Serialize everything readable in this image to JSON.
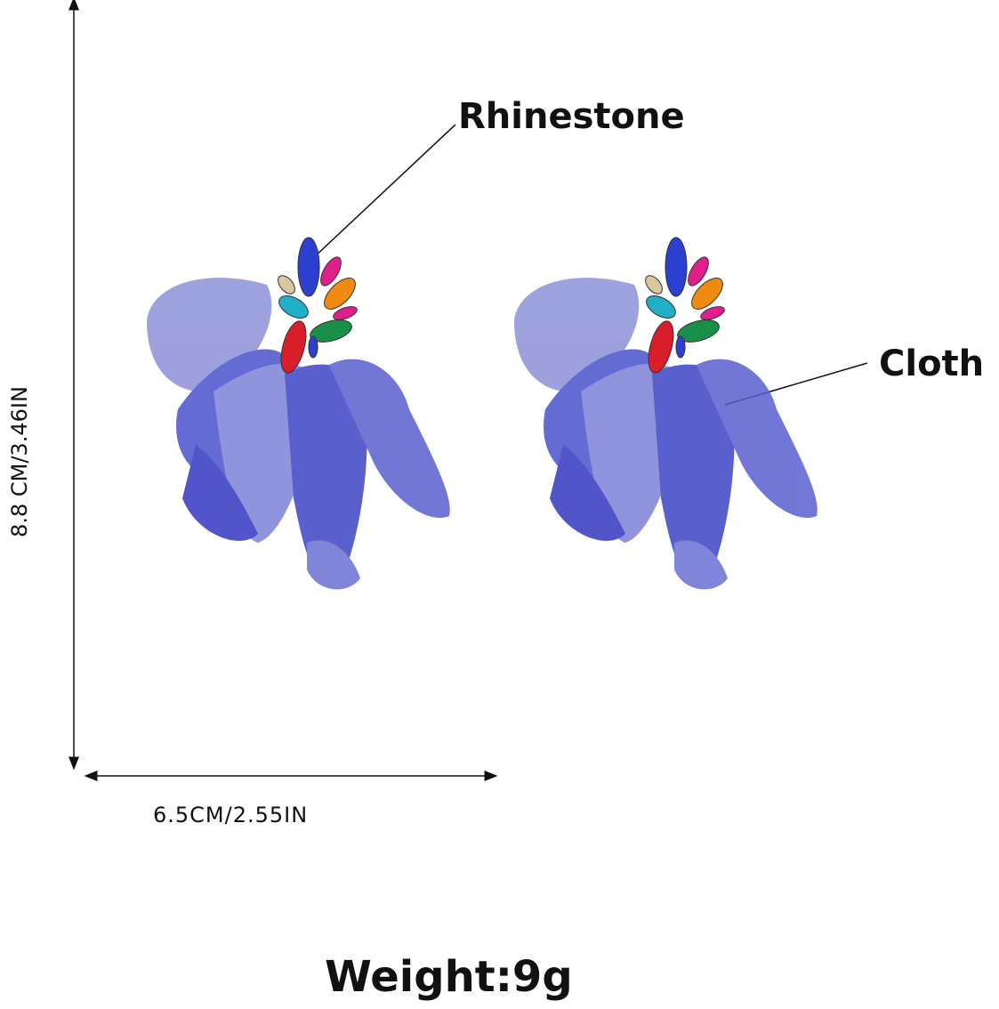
{
  "labels": {
    "height_dimension": "8.8 CM/3.46IN",
    "width_dimension": "6.5CM/2.55IN",
    "rhinestone": "Rhinestone",
    "cloth": "Cloth",
    "weight": "Weight:9g"
  },
  "colors": {
    "petal_blue": "#3a43c8",
    "petal_light": "#7d84d8",
    "gem_colors": [
      "#2b3fd0",
      "#e0208a",
      "#f08a10",
      "#1fb0c8",
      "#18904a",
      "#d81e2a",
      "#d8c8a0"
    ]
  }
}
